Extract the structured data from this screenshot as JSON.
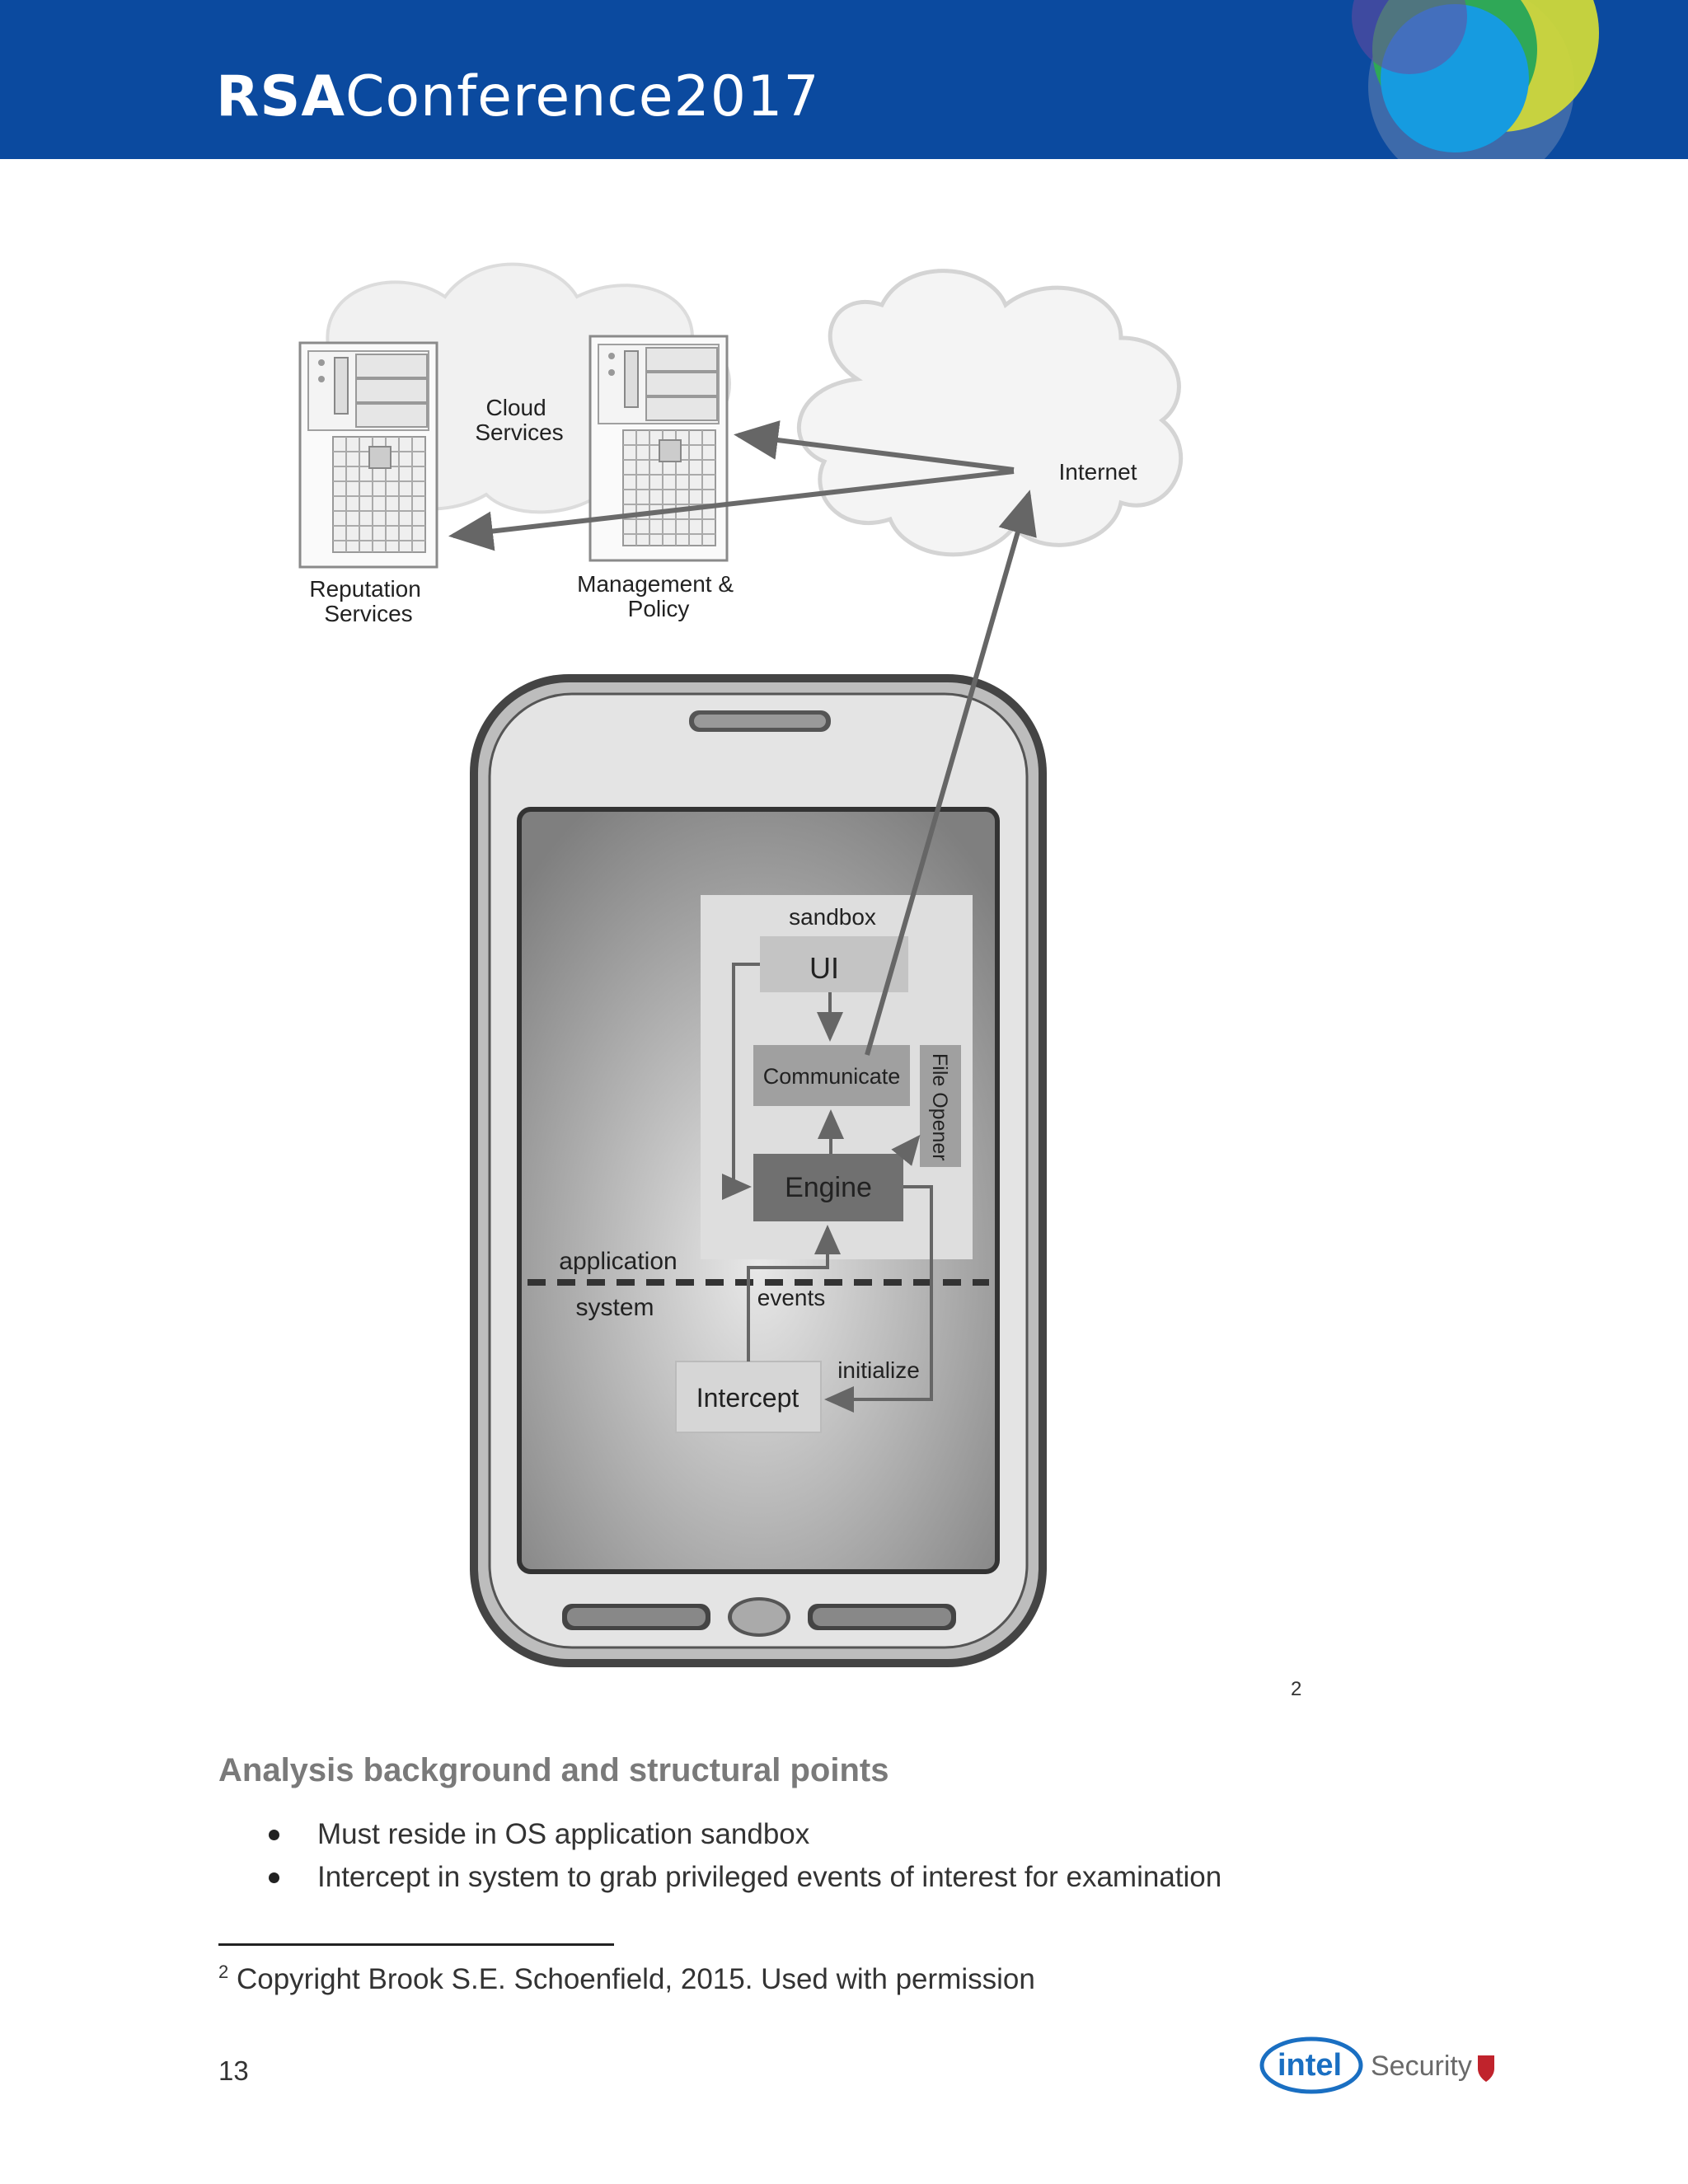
{
  "header": {
    "brand_bold": "RSA",
    "brand_light": "Conference2017",
    "colors": {
      "banner": "#0b4a9f",
      "circle_yellow": "#d8e43a",
      "circle_green": "#17a35a",
      "circle_blue": "#1aa6e8"
    }
  },
  "figure": {
    "cloud_label": "Cloud\nServices",
    "reputation_label": "Reputation\nServices",
    "management_label": "Management &\nPolicy",
    "internet_label": "Internet",
    "sandbox_label": "sandbox",
    "ui_label": "UI",
    "communicate_label": "Communicate",
    "file_opener_label": "File Opener",
    "engine_label": "Engine",
    "application_label": "application",
    "system_label": "system",
    "events_label": "events",
    "initialize_label": "initialize",
    "intercept_label": "Intercept",
    "footnote_ref": "2"
  },
  "section": {
    "heading": "Analysis background and structural points",
    "bullets": [
      "Must reside in OS application sandbox",
      "Intercept in system to grab privileged events of interest for examination"
    ]
  },
  "footnote": {
    "marker": "2",
    "text": " Copyright Brook S.E. Schoenfield, 2015. Used with permission"
  },
  "footer": {
    "page_number": "13",
    "logo_intel": "intel",
    "logo_security": "Security"
  }
}
